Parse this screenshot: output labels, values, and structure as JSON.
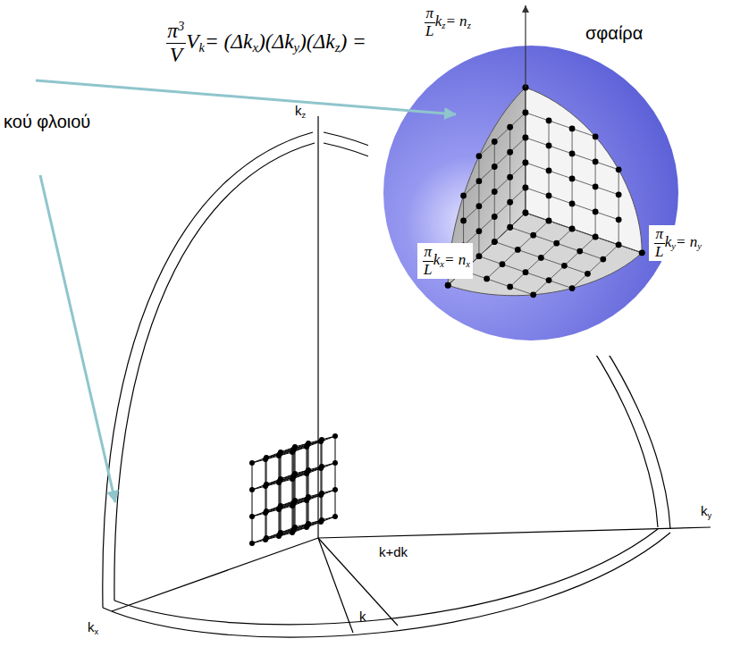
{
  "diagram": {
    "labels": [
      "V",
      "k",
      "= (Δk",
      "x",
      ")(Δk",
      "y",
      ")(Δk",
      "z",
      ") =",
      "π",
      "3",
      "V",
      "k",
      "z",
      "= n",
      "z",
      "π",
      "L",
      "σφαίρα",
      "k",
      "y",
      "= n",
      "y",
      "π",
      "L",
      "κού φλοιού",
      "k",
      "x",
      "= n",
      "x",
      "π",
      "L",
      "k",
      "z",
      "k",
      "y",
      "k+dk",
      "k",
      "k",
      "x"
    ]
  }
}
